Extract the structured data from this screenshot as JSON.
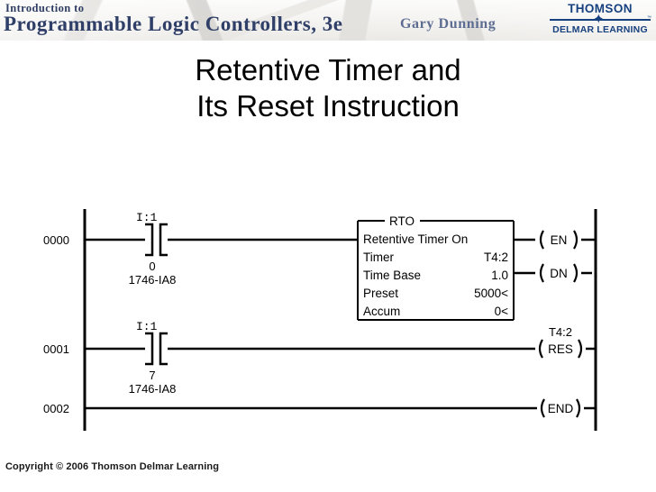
{
  "banner": {
    "intro": "Introduction to",
    "title": "Programmable Logic Controllers, 3e",
    "author": "Gary Dunning",
    "logo": {
      "top": "THOMSON",
      "bottom": "DELMAR LEARNING",
      "trademark": "™",
      "star": "✦",
      "brand_color": "#17407e"
    }
  },
  "slide": {
    "title_line1": "Retentive Timer and",
    "title_line2": "Its Reset Instruction"
  },
  "ladder": {
    "rungs": [
      {
        "number": "0000",
        "contact": {
          "tag": "I:1",
          "bit": "0",
          "module": "1746-IA8",
          "type": "normally-open"
        },
        "block": {
          "type": "RTO",
          "description": "Retentive Timer On",
          "rows": [
            {
              "label": "Timer",
              "value": "T4:2"
            },
            {
              "label": "Time Base",
              "value": "1.0"
            },
            {
              "label": "Preset",
              "value": "5000<"
            },
            {
              "label": "Accum",
              "value": "0<"
            }
          ],
          "outputs": [
            "EN",
            "DN"
          ]
        }
      },
      {
        "number": "0001",
        "contact": {
          "tag": "I:1",
          "bit": "7",
          "module": "1746-IA8",
          "type": "normally-open"
        },
        "coil": {
          "tag": "T4:2",
          "label": "RES"
        }
      },
      {
        "number": "0002",
        "coil": {
          "label": "END"
        }
      }
    ]
  },
  "footer": {
    "copyright": "Copyright © 2006 Thomson Delmar Learning"
  }
}
